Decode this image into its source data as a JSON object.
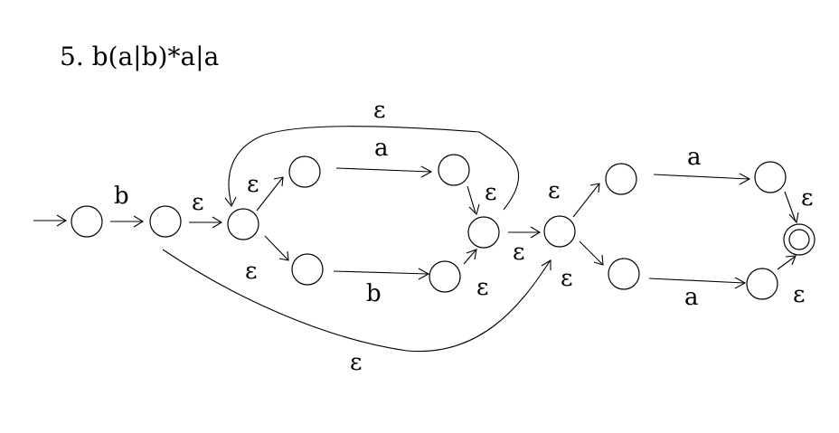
{
  "title": "5. b(a|b)*a|a",
  "labels": {
    "b_start": "b",
    "eps_2_3": "ε",
    "eps_3_a": "ε",
    "eps_3_b": "ε",
    "a_top": "a",
    "b_bottom": "b",
    "eps_a_join": "ε",
    "eps_b_join": "ε",
    "eps_loop": "ε",
    "eps_join_next": "ε",
    "eps_bypass": "ε",
    "eps_next_a": "ε",
    "eps_next_b": "ε",
    "a_upper": "a",
    "a_lower": "a",
    "eps_upper_final": "ε",
    "eps_lower_final": "ε"
  }
}
